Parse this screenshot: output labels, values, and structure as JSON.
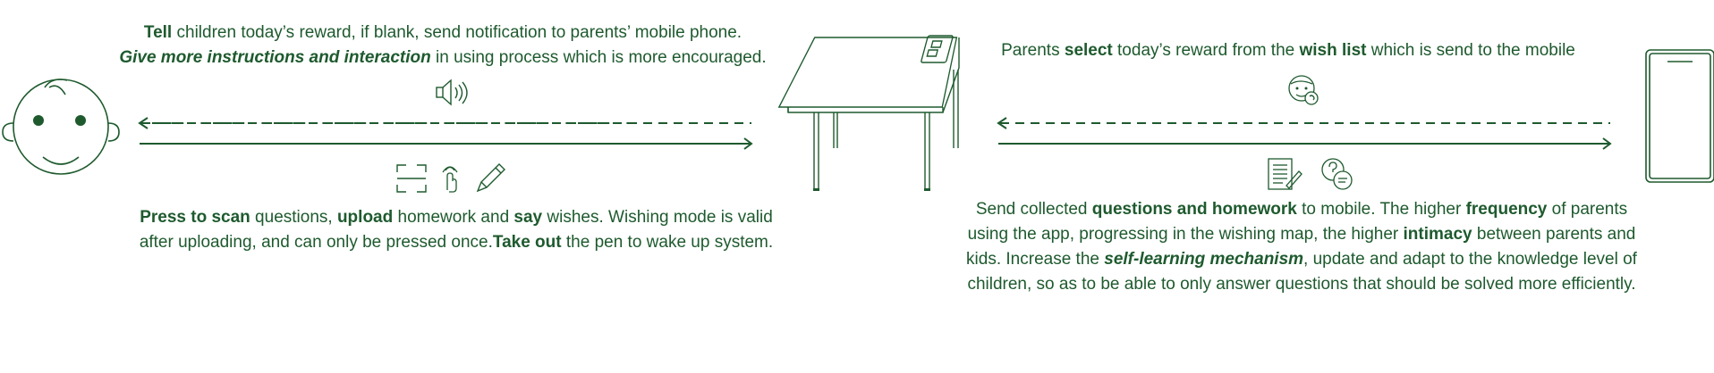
{
  "colors": {
    "ink": "#1e5a2e",
    "background": "#ffffff"
  },
  "left_top": {
    "line1": [
      {
        "text": "Tell",
        "style": "bold"
      },
      {
        "text": " children today’s reward, if blank, send notification to parents’ mobile phone.",
        "style": "normal"
      }
    ],
    "line2": [
      {
        "text": "Give more instructions and interaction",
        "style": "bolditalic"
      },
      {
        "text": " in using process which is more encouraged.",
        "style": "normal"
      }
    ]
  },
  "left_bottom": {
    "line1": [
      {
        "text": "Press to scan",
        "style": "bold"
      },
      {
        "text": " questions, ",
        "style": "normal"
      },
      {
        "text": "upload",
        "style": "bold"
      },
      {
        "text": " homework and ",
        "style": "normal"
      },
      {
        "text": "say",
        "style": "bold"
      },
      {
        "text": " wishes. Wishing mode is valid",
        "style": "normal"
      }
    ],
    "line2": [
      {
        "text": "after uploading, and can only be pressed once.",
        "style": "normal"
      },
      {
        "text": "Take out",
        "style": "bold"
      },
      {
        "text": " the pen to wake up system.",
        "style": "normal"
      }
    ]
  },
  "right_top": {
    "line1": [
      {
        "text": "Parents ",
        "style": "normal"
      },
      {
        "text": "select",
        "style": "bold"
      },
      {
        "text": " today’s reward from the ",
        "style": "normal"
      },
      {
        "text": "wish list",
        "style": "bold"
      },
      {
        "text": " which is send to the mobile",
        "style": "normal"
      }
    ]
  },
  "right_bottom": {
    "line1": [
      {
        "text": "Send collected ",
        "style": "normal"
      },
      {
        "text": "questions and homework",
        "style": "bold"
      },
      {
        "text": " to mobile. The higher ",
        "style": "normal"
      },
      {
        "text": "frequency",
        "style": "bold"
      },
      {
        "text": " of parents",
        "style": "normal"
      }
    ],
    "line2": [
      {
        "text": "using the app, progressing in the wishing map, the higher ",
        "style": "normal"
      },
      {
        "text": "intimacy",
        "style": "bold"
      },
      {
        "text": " between parents and",
        "style": "normal"
      }
    ],
    "line3": [
      {
        "text": "kids. Increase the ",
        "style": "normal"
      },
      {
        "text": "self-learning mechanism",
        "style": "bolditalic"
      },
      {
        "text": ", update and adapt to the knowledge level of",
        "style": "normal"
      }
    ],
    "line4": [
      {
        "text": "children, so as to be able to only answer questions that should be solved more efficiently.",
        "style": "normal"
      }
    ]
  },
  "icons": {
    "child": "child-face-icon",
    "speaker": "speaker-icon",
    "scan": "scan-frame-icon",
    "touch": "hand-touch-icon",
    "pen": "pen-icon",
    "desk": "desk-icon",
    "parent": "parent-face-icon",
    "document": "document-icon",
    "chat": "chat-bubbles-icon",
    "phone": "mobile-phone-icon"
  }
}
